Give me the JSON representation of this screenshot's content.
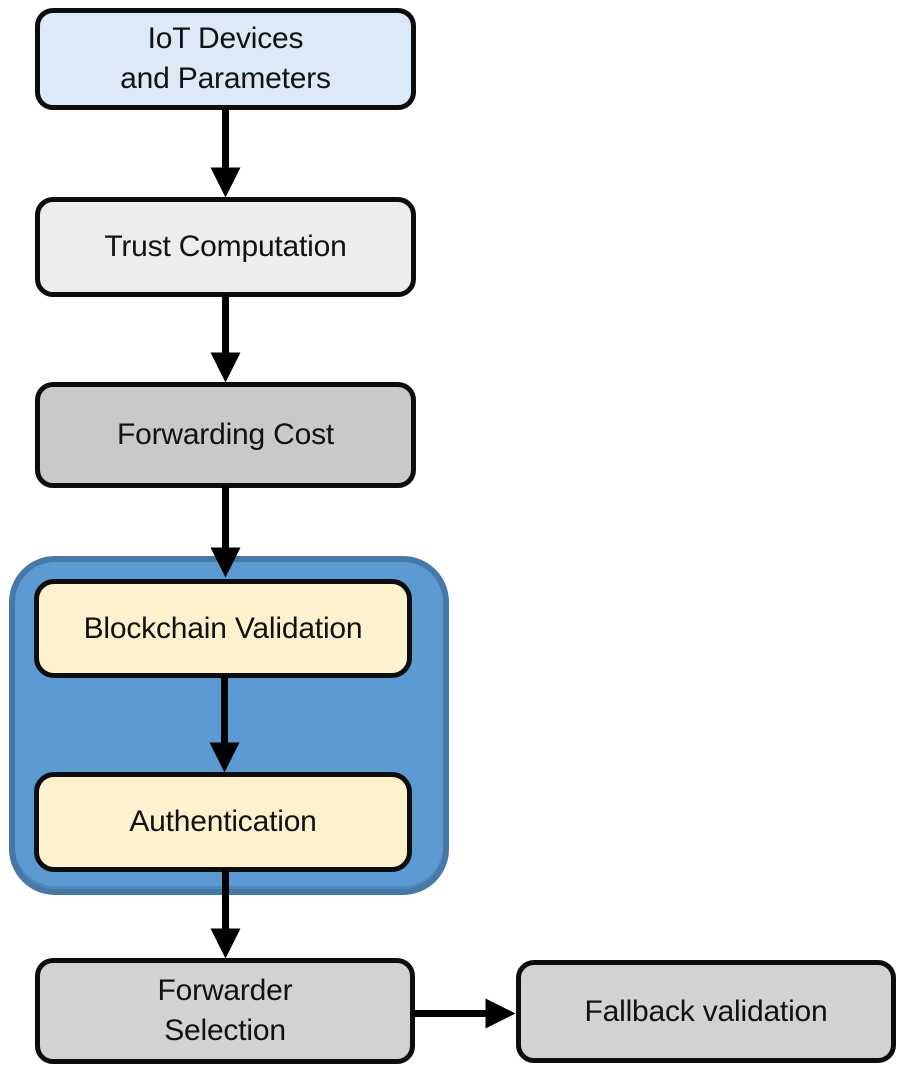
{
  "nodes": {
    "iot": {
      "lines": [
        "IoT Devices",
        "and Parameters"
      ]
    },
    "trust": {
      "label": "Trust Computation"
    },
    "forwarding": {
      "label": "Forwarding Cost"
    },
    "blockchain": {
      "label": "Blockchain Validation"
    },
    "auth": {
      "label": "Authentication"
    },
    "forwarder": {
      "lines": [
        "Forwarder",
        "Selection"
      ]
    },
    "fallback": {
      "label": "Fallback validation"
    }
  },
  "group": {
    "members": [
      "Blockchain Validation",
      "Authentication"
    ]
  },
  "edges": [
    {
      "from": "IoT Devices and Parameters",
      "to": "Trust Computation"
    },
    {
      "from": "Trust Computation",
      "to": "Forwarding Cost"
    },
    {
      "from": "Forwarding Cost",
      "to": "Blockchain Validation"
    },
    {
      "from": "Blockchain Validation",
      "to": "Authentication"
    },
    {
      "from": "Authentication",
      "to": "Forwarder Selection"
    },
    {
      "from": "Forwarder Selection",
      "to": "Fallback validation"
    }
  ],
  "colors": {
    "iot_fill": "#dce9f7",
    "trust_fill": "#ededed",
    "forwarding_fill": "#c9c9c9",
    "validation_fill": "#fdf2cd",
    "selection_fill": "#d2d2d2",
    "fallback_fill": "#d2d2d2",
    "group_fill": "#5b9ad3",
    "group_border": "#4678a8",
    "node_border": "#0d0d0d",
    "arrow_color": "#000000"
  }
}
